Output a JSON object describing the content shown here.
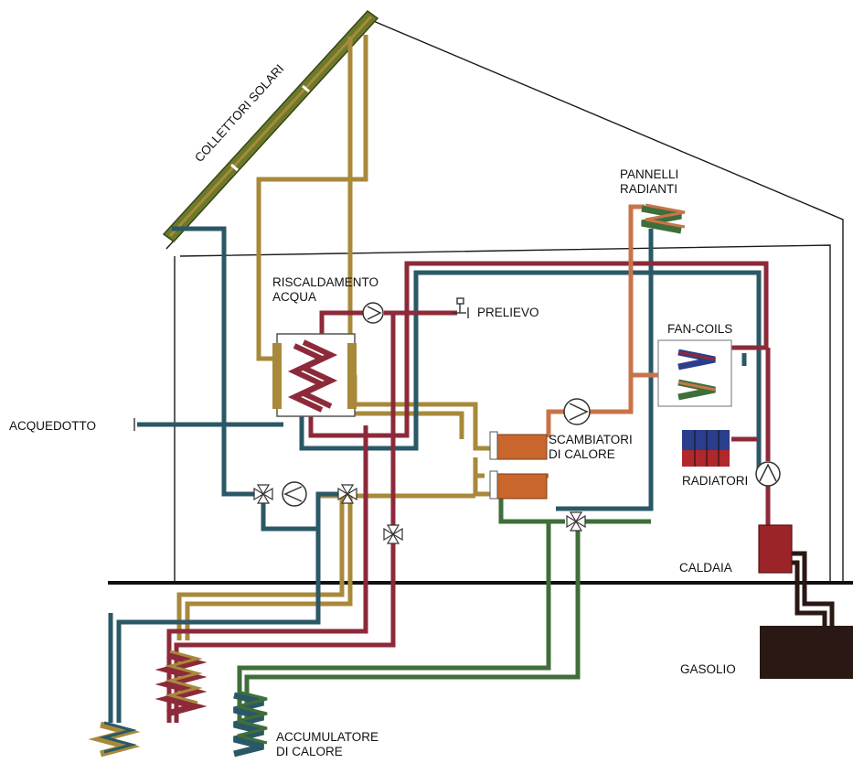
{
  "labels": {
    "collettori": "COLLETTORI SOLARI",
    "pannelli_1": "PANNELLI",
    "pannelli_2": "RADIANTI",
    "riscaldamento_1": "RISCALDAMENTO",
    "riscaldamento_2": "ACQUA",
    "prelievo": "PRELIEVO",
    "fancoils": "FAN-COILS",
    "acquedotto": "ACQUEDOTTO",
    "scambiatori_1": "SCAMBIATORI",
    "scambiatori_2": "DI CALORE",
    "radiatori": "RADIATORI",
    "caldaia": "CALDAIA",
    "gasolio": "GASOLIO",
    "accumulatore_1": "ACCUMULATORE",
    "accumulatore_2": "DI CALORE"
  },
  "colors": {
    "solar_loop": "#a8893a",
    "hot_red": "#8c2a3a",
    "cold_blue": "#2a5866",
    "green_loop": "#3f6e3a",
    "exchanger": "#c8662c",
    "radiant": "#c8744a",
    "collector": "#6b7a2a",
    "tank": "#2a1814",
    "radiator_blue": "#2a3e8c",
    "radiator_red": "#b0282c"
  }
}
